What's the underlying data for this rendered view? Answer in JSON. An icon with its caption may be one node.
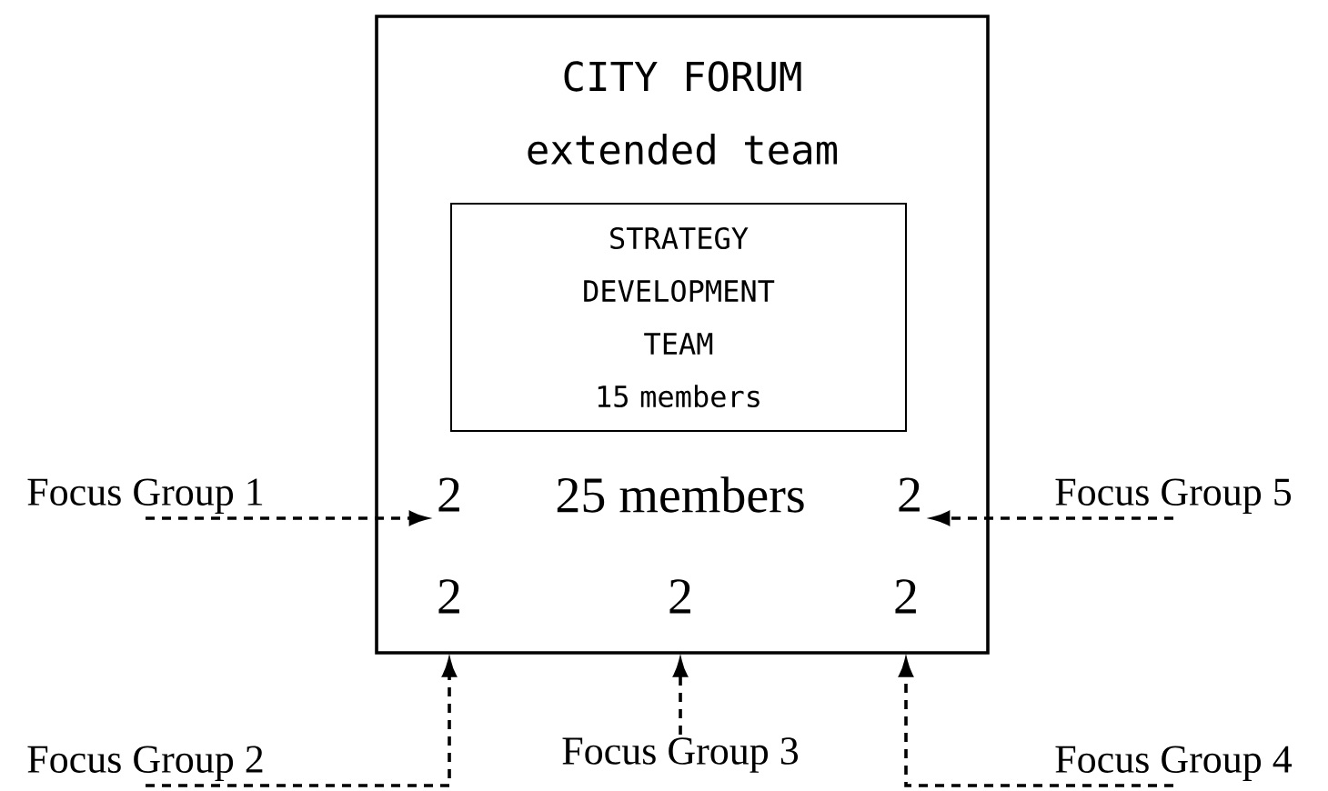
{
  "diagram": {
    "nodes": [
      {
        "text": [
          "CITY FORUM",
          "extended team",
          "25 members"
        ]
      },
      {
        "text": [
          "STRATEGY DEVELOPMENT TEAM",
          "15 members"
        ],
        "in": 0
      },
      {
        "text": [
          "2"
        ],
        "in": 0
      },
      {
        "text": [
          "2"
        ],
        "in": 0
      },
      {
        "text": [
          "2"
        ],
        "in": 0
      },
      {
        "text": [
          "2"
        ],
        "in": 0
      },
      {
        "text": [
          "2"
        ],
        "in": 0
      },
      {
        "text": [
          "Focus Group 1"
        ]
      },
      {
        "text": [
          "Focus Group 5"
        ]
      },
      {
        "text": [
          "Focus Group 2"
        ]
      },
      {
        "text": [
          "Focus Group 3"
        ]
      },
      {
        "text": [
          "Focus Group 4"
        ]
      }
    ],
    "edges": [
      {
        "from": 7,
        "to": 2,
        "arrow": "to",
        "style": "dashed"
      },
      {
        "from": 8,
        "to": 3,
        "arrow": "to",
        "style": "dashed"
      },
      {
        "from": 9,
        "to": 4,
        "arrow": "to",
        "style": "dashed"
      },
      {
        "from": 10,
        "to": 5,
        "arrow": "to",
        "style": "dashed"
      },
      {
        "from": 11,
        "to": 6,
        "arrow": "to",
        "style": "dashed"
      }
    ]
  }
}
